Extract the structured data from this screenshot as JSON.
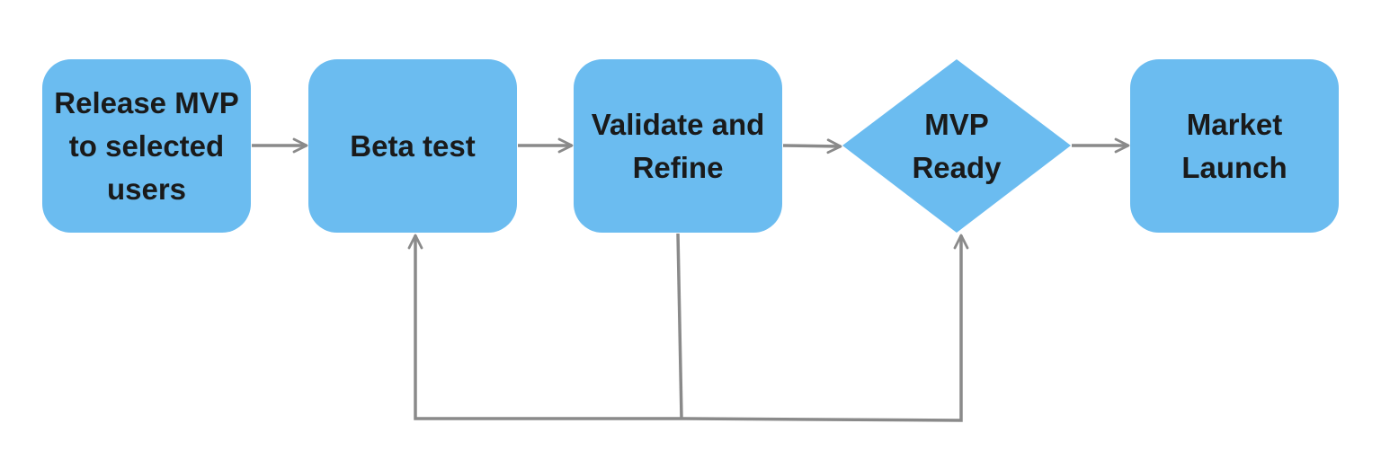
{
  "nodes": [
    {
      "id": "release-mvp",
      "shape": "rounded-rect",
      "label": "Release MVP\nto selected\nusers"
    },
    {
      "id": "beta-test",
      "shape": "rounded-rect",
      "label": "Beta test"
    },
    {
      "id": "validate-refine",
      "shape": "rounded-rect",
      "label": "Validate and\nRefine"
    },
    {
      "id": "mvp-ready",
      "shape": "diamond",
      "label": "MVP\nReady"
    },
    {
      "id": "market-launch",
      "shape": "rounded-rect",
      "label": "Market\nLaunch"
    }
  ],
  "edges": [
    {
      "from": "release-mvp",
      "to": "beta-test"
    },
    {
      "from": "beta-test",
      "to": "validate-refine"
    },
    {
      "from": "validate-refine",
      "to": "mvp-ready"
    },
    {
      "from": "mvp-ready",
      "to": "market-launch"
    },
    {
      "from": "validate-refine",
      "to": "beta-test",
      "route": "loop-below"
    },
    {
      "from": "validate-refine",
      "to": "mvp-ready",
      "route": "loop-below"
    }
  ],
  "colors": {
    "node_fill": "#6bbcf0",
    "connector": "#8a8a8a",
    "text": "#1a1a1a",
    "background": "#ffffff"
  }
}
